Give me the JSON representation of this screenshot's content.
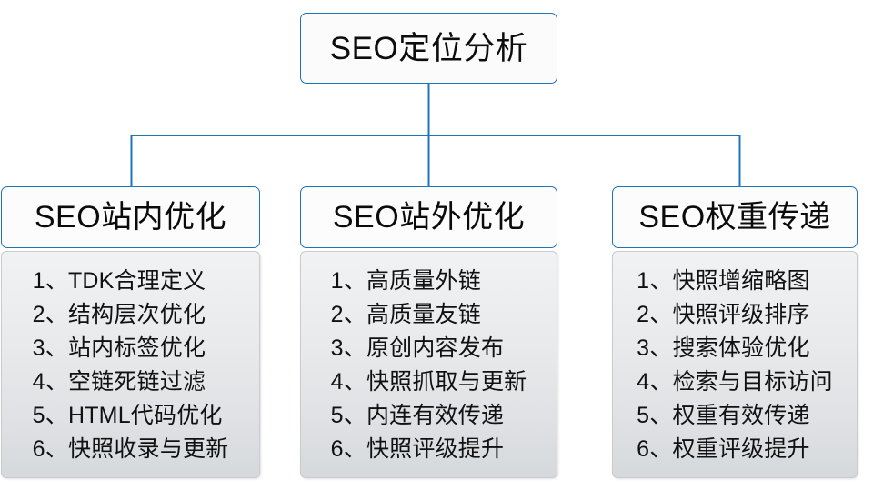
{
  "diagram": {
    "root": {
      "label": "SEO定位分析"
    },
    "accent_color": "#1f74b8",
    "panel_border_color": "#c9cbcd",
    "branches": [
      {
        "header": "SEO站内优化",
        "items": [
          "1、TDK合理定义",
          "2、结构层次优化",
          "3、站内标签优化",
          "4、空链死链过滤",
          "5、HTML代码优化",
          "6、快照收录与更新"
        ]
      },
      {
        "header": "SEO站外优化",
        "items": [
          "1、高质量外链",
          "2、高质量友链",
          "3、原创内容发布",
          "4、快照抓取与更新",
          "5、内连有效传递",
          "6、快照评级提升"
        ]
      },
      {
        "header": "SEO权重传递",
        "items": [
          "1、快照增缩略图",
          "2、快照评级排序",
          "3、搜索体验优化",
          "4、检索与目标访问",
          "5、权重有效传递",
          "6、权重评级提升"
        ]
      }
    ]
  }
}
